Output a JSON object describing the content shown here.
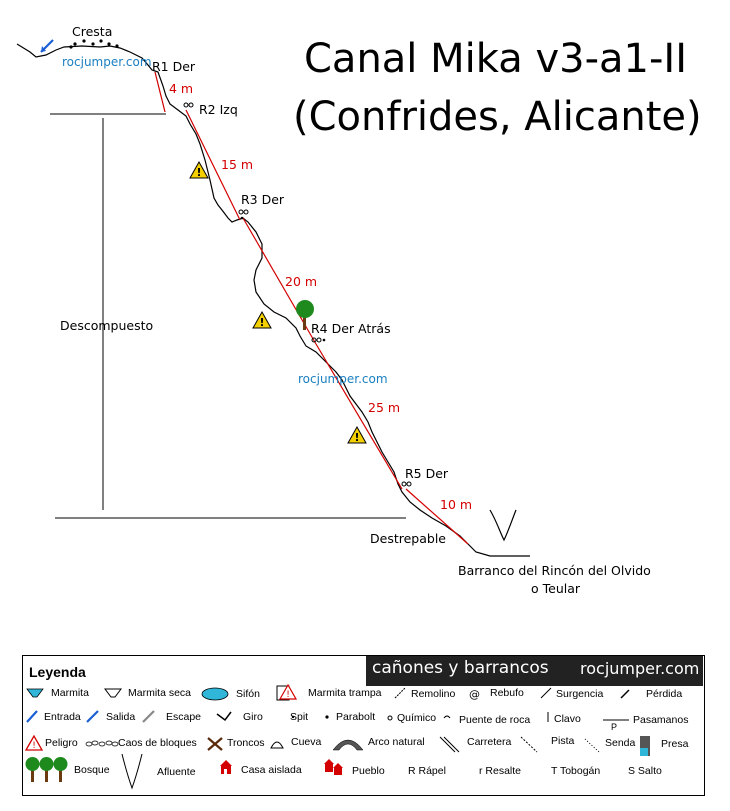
{
  "title_line1": "Canal Mika v3-a1-II",
  "title_line2": "(Confrides, Alicante)",
  "labels": {
    "cresta": "Cresta",
    "watermark1": "rocjumper.com",
    "watermark2": "rocjumper.com",
    "r1": "R1 Der",
    "r2": "R2 Izq",
    "r3": "R3 Der",
    "r4": "R4 Der Atrás",
    "r5": "R5 Der",
    "m4": "4 m",
    "m15": "15 m",
    "m20": "20 m",
    "m25": "25 m",
    "m10": "10 m",
    "descompuesto": "Descompuesto",
    "destrepable": "Destrepable",
    "barranco1": "Barranco del Rincón del Olvido",
    "barranco2": "o Teular"
  },
  "legend": {
    "title": "Leyenda",
    "banner_left": "cañones y barrancos",
    "banner_right": "rocjumper.com",
    "row1": [
      "Marmita",
      "Marmita seca",
      "Sifón",
      "Marmita trampa",
      "Remolino",
      "Rebufo",
      "Surgencia",
      "Pérdida"
    ],
    "row2": [
      "Entrada",
      "Salida",
      "Escape",
      "Giro",
      "Spit",
      "Parabolt",
      "Químico",
      "Puente de roca",
      "Clavo",
      "Pasamanos"
    ],
    "row3": [
      "Peligro",
      "Caos de bloques",
      "Troncos",
      "Cueva",
      "Arco natural",
      "Carretera",
      "Pista",
      "Senda",
      "Presa"
    ],
    "row4": [
      "Bosque",
      "Afluente",
      "Casa aislada",
      "Pueblo",
      "R Rápel",
      "r Resalte",
      "T Tobogán",
      "S Salto"
    ],
    "pasamanos_mark": "P"
  },
  "colors": {
    "rope": "#d40000",
    "watermark": "#1a7fc1",
    "warning": "#f5d000",
    "marmita": "#2fb6d8",
    "entry": "#1a5fd6"
  }
}
